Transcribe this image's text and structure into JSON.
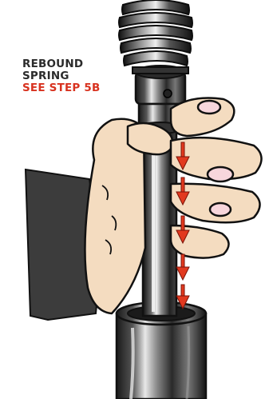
{
  "callout": {
    "line1": "REBOUND",
    "line2": "SPRING",
    "line3": "SEE STEP 5B"
  },
  "colors": {
    "callout_text": "#2b2b2b",
    "callout_link": "#d8321f",
    "arrow": "#e2391f",
    "skin": "#f4dcc0",
    "outline": "#111111"
  },
  "illustration": {
    "subject": "hand-pushing-shock-shaft-down",
    "arrow_count": 5,
    "arrow_direction": "down"
  }
}
